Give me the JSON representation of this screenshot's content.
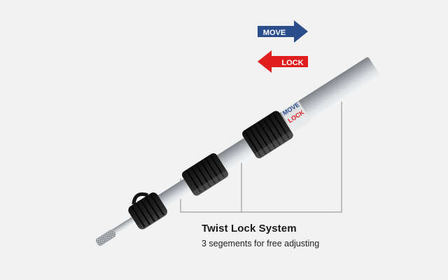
{
  "product": {
    "caption": {
      "title": "Twist Lock System",
      "subtitle": "3 segements for free adjusting"
    },
    "arrows": {
      "move": {
        "label": "MOVE",
        "color": "#2b4d8c",
        "direction": "right"
      },
      "lock": {
        "label": "LOCK",
        "color": "#e01e1e",
        "direction": "left"
      }
    },
    "pole_label": {
      "move_text": "MOVE",
      "lock_text": "LOCK"
    },
    "colors": {
      "background": "#f2f2f2",
      "pole": "#c4c7cb",
      "grip": "#1c1c1c",
      "callout_line": "#8a8a8a"
    }
  }
}
